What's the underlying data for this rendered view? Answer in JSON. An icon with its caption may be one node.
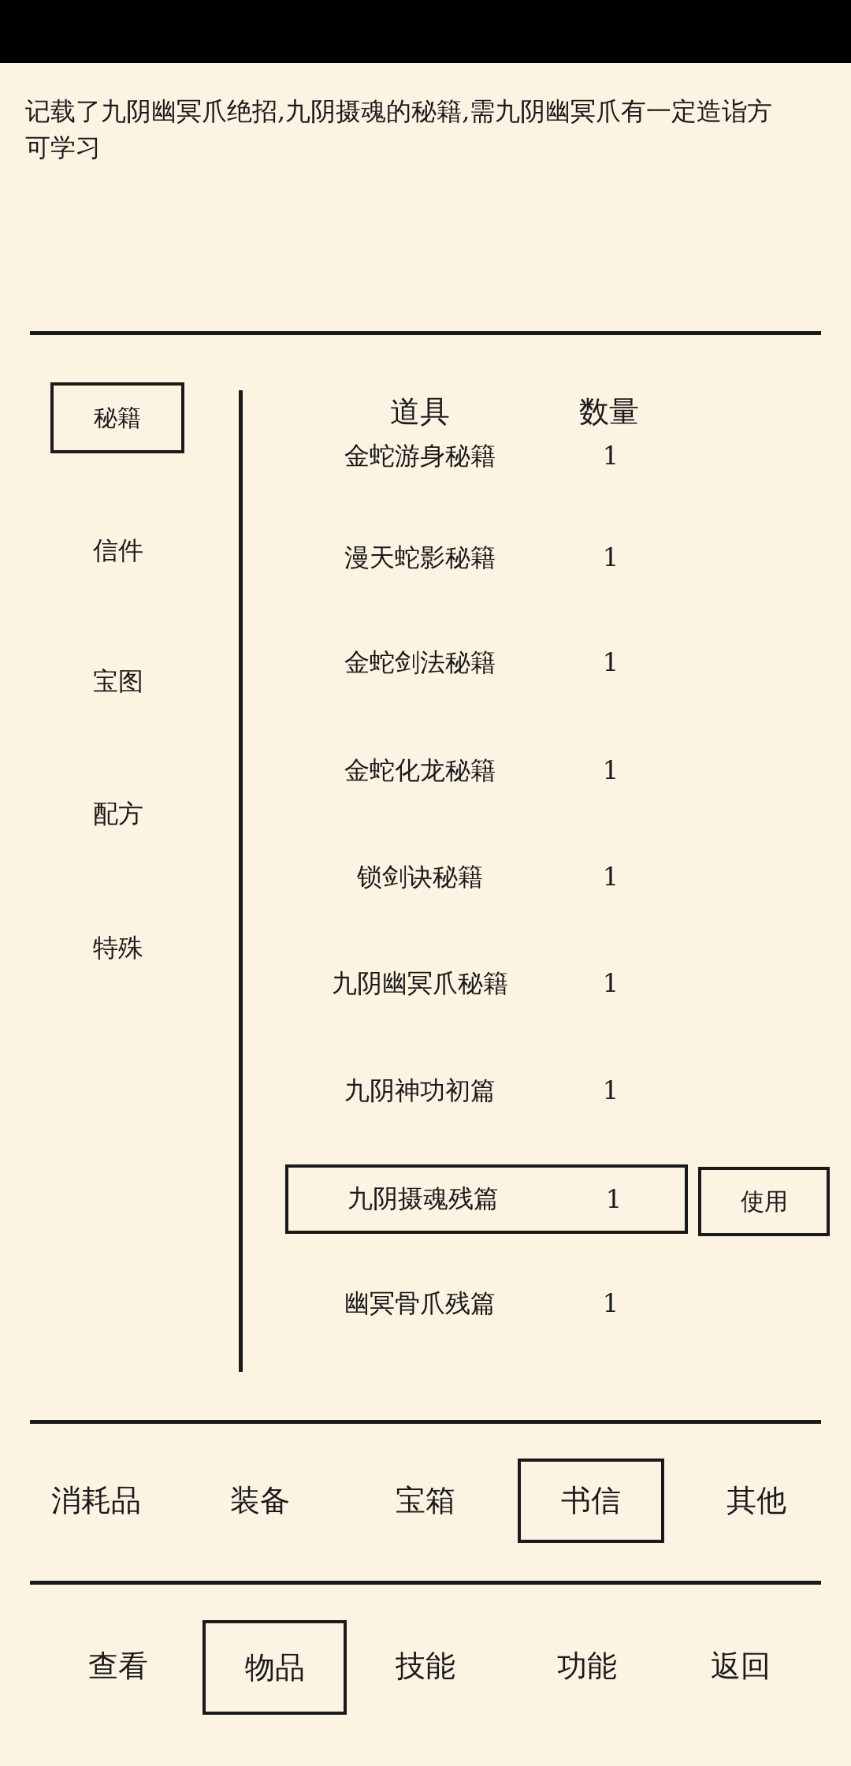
{
  "diagram": {
    "nodes": [
      {
        "text": [
          "秘籍"
        ]
      },
      {
        "text": [
          "九阴摄魂残篇",
          "1"
        ]
      },
      {
        "text": [
          "使用"
        ]
      },
      {
        "text": [
          "书信"
        ]
      },
      {
        "text": [
          "物品"
        ]
      },
      {
        "text": [],
        "shape": "bar"
      }
    ],
    "labels": [
      "记载了九阴幽冥爪绝招,九阴摄魂的秘籍,需九阴幽冥爪有一定造诣方可学习",
      "道具",
      "数量",
      "金蛇游身秘籍",
      "1",
      "漫天蛇影秘籍",
      "1",
      "金蛇剑法秘籍",
      "1",
      "金蛇化龙秘籍",
      "1",
      "锁剑诀秘籍",
      "1",
      "九阴幽冥爪秘籍",
      "1",
      "九阴神功初篇",
      "1",
      "幽冥骨爪残篇",
      "1",
      "信件",
      "宝图",
      "配方",
      "特殊",
      "消耗品",
      "装备",
      "宝箱",
      "其他",
      "查看",
      "技能",
      "功能",
      "返回"
    ]
  }
}
